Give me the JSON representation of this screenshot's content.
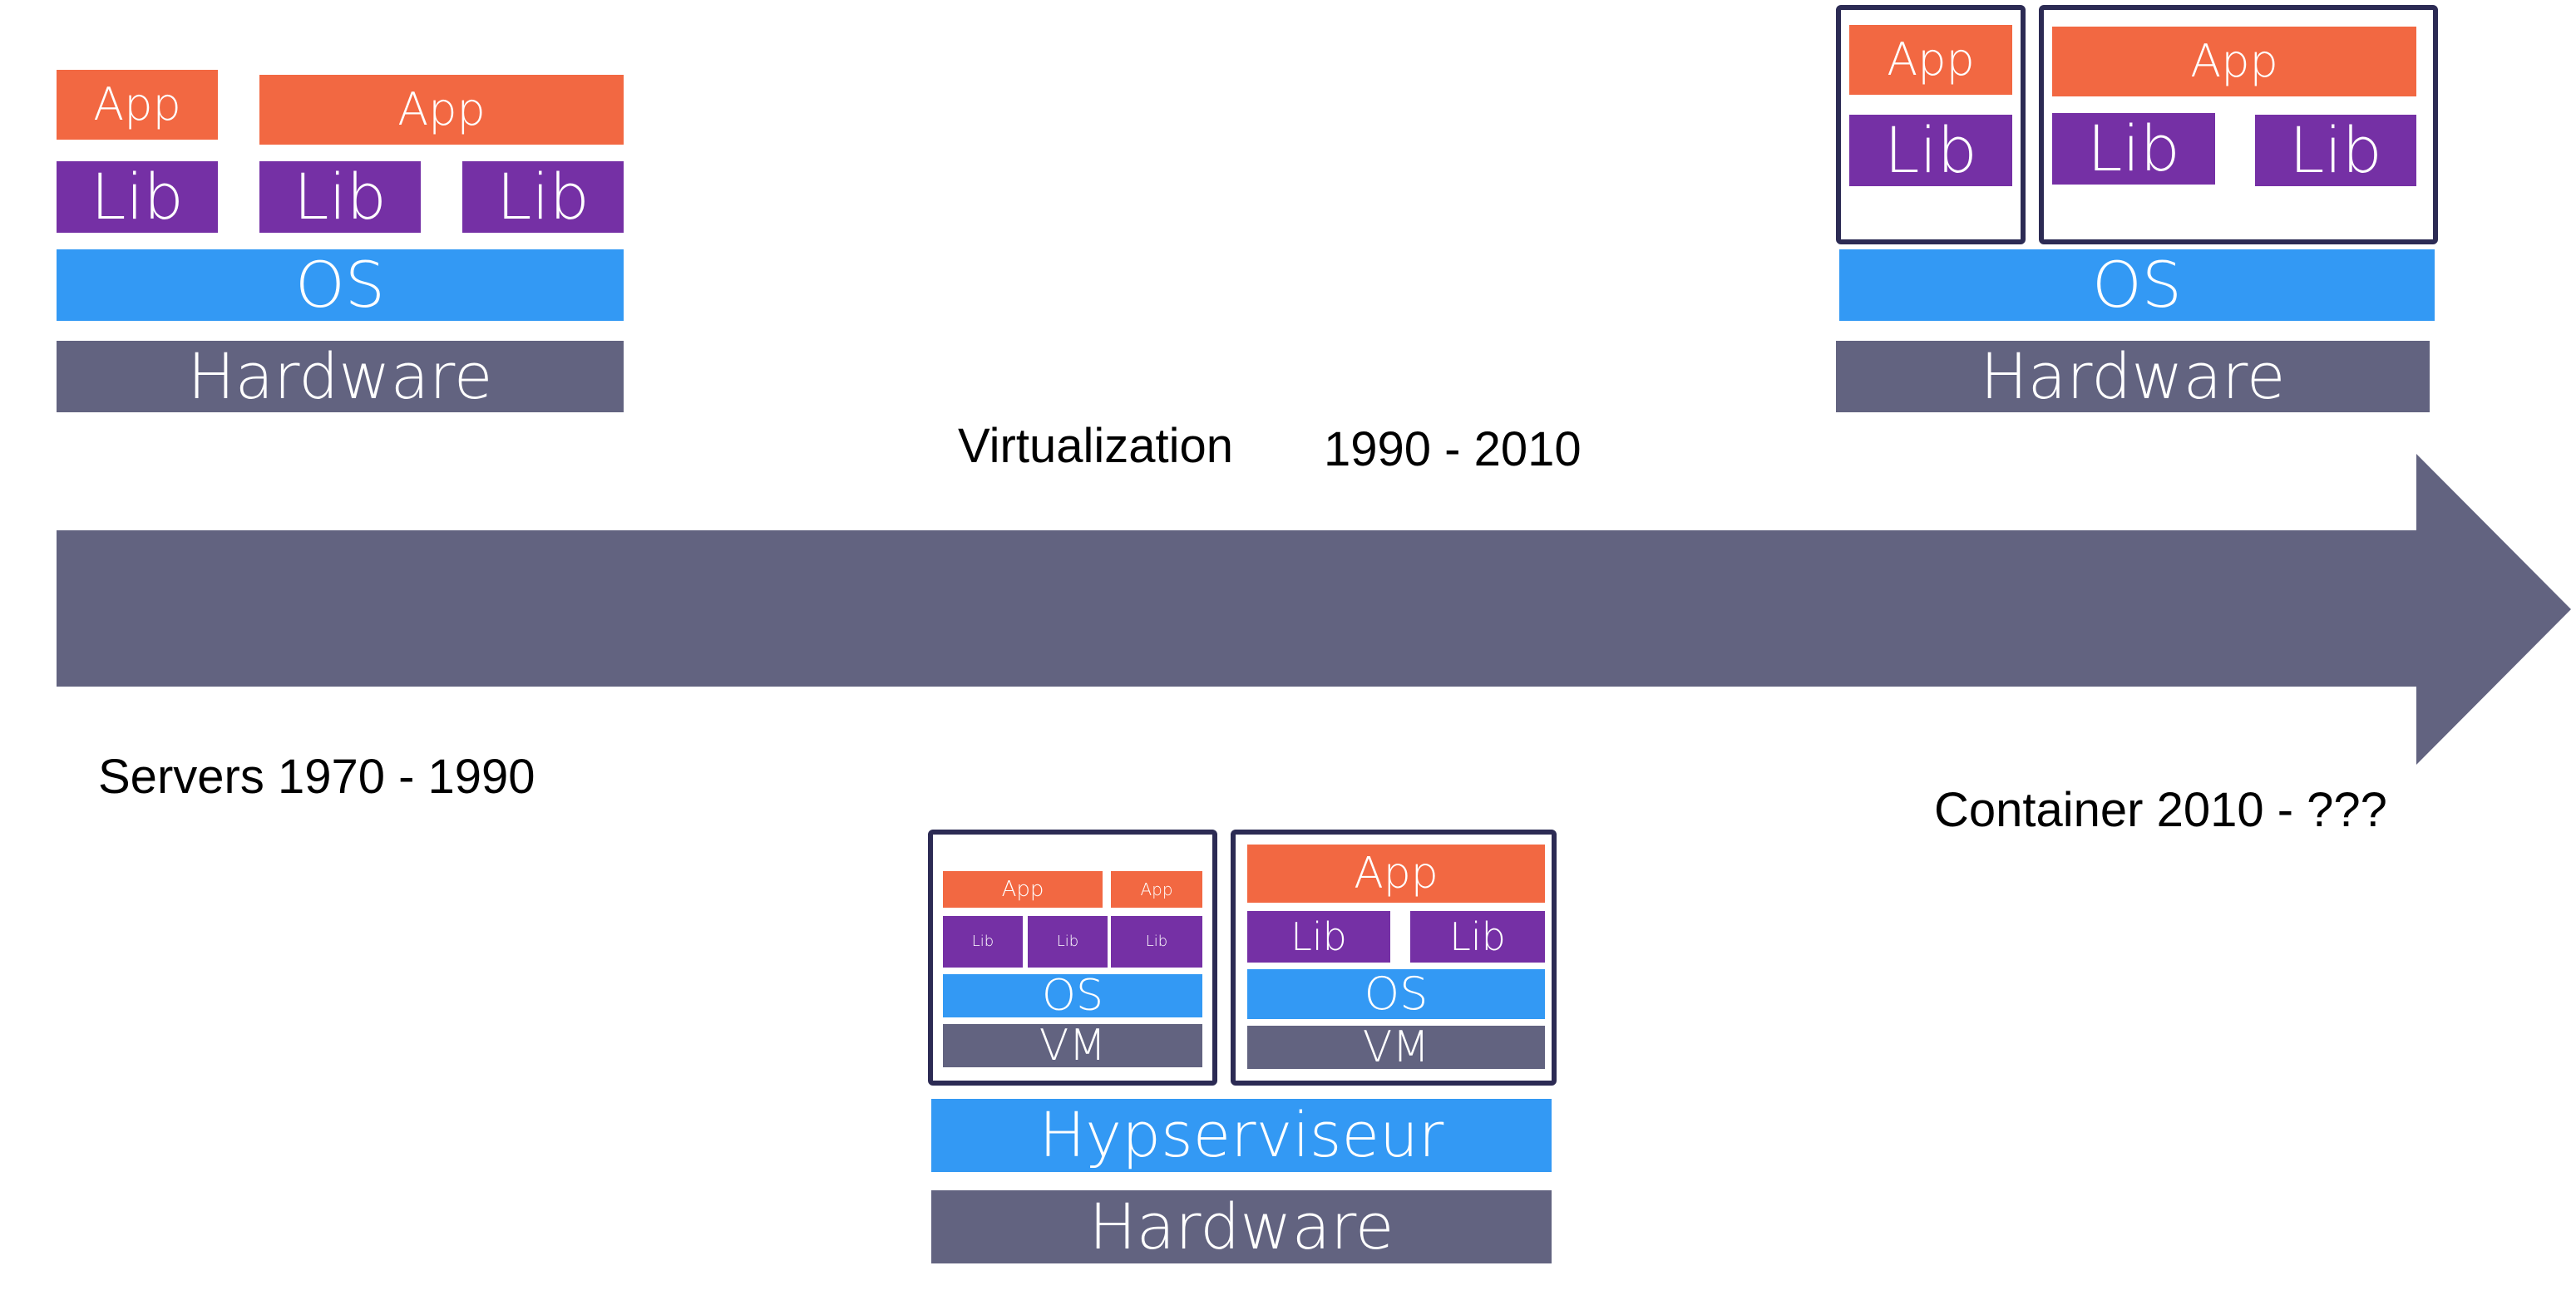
{
  "colors": {
    "app": "#f26842",
    "lib": "#7530a5",
    "os": "#3399f4",
    "hardware": "#626380",
    "frame": "#2c2b54",
    "arrow": "#626380"
  },
  "timeline": {
    "servers_label": "Servers 1970 - 1990",
    "virtualization_label": "Virtualization",
    "virtualization_years": "1990 - 2010",
    "container_label": "Container 2010 - ???"
  },
  "servers_stack": {
    "app_1": "App",
    "app_2": "App",
    "lib_1": "Lib",
    "lib_2": "Lib",
    "lib_3": "Lib",
    "os": "OS",
    "hardware": "Hardware"
  },
  "virtualization_stack": {
    "vm_1": {
      "app_1": "App",
      "app_2": "App",
      "lib_1": "Lib",
      "lib_2": "Lib",
      "lib_3": "Lib",
      "os": "OS",
      "vm": "VM"
    },
    "vm_2": {
      "app": "App",
      "lib_1": "Lib",
      "lib_2": "Lib",
      "os": "OS",
      "vm": "VM"
    },
    "hypervisor": "Hypserviseur",
    "hardware": "Hardware"
  },
  "container_stack": {
    "container_1": {
      "app": "App",
      "lib": "Lib"
    },
    "container_2": {
      "app": "App",
      "lib_1": "Lib",
      "lib_2": "Lib"
    },
    "os": "OS",
    "hardware": "Hardware"
  }
}
